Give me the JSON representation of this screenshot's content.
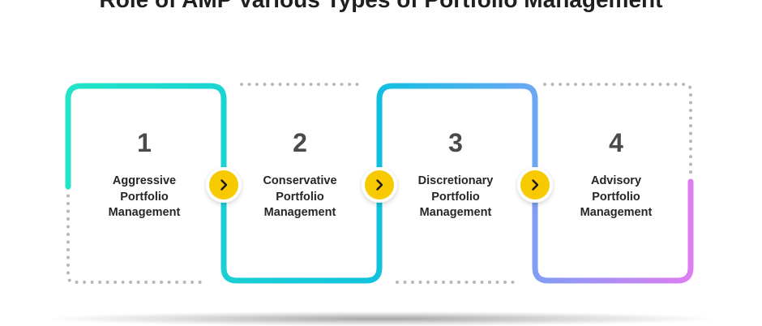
{
  "title": "Role of AMP Various Types of Portfolio Management",
  "steps": [
    {
      "number": "1",
      "label_lines": [
        "Aggressive",
        "Portfolio",
        "Management"
      ]
    },
    {
      "number": "2",
      "label_lines": [
        "Conservative",
        "Portfolio",
        "Management"
      ]
    },
    {
      "number": "3",
      "label_lines": [
        "Discretionary",
        "Portfolio",
        "Management"
      ]
    },
    {
      "number": "4",
      "label_lines": [
        "Advisory",
        "Portfolio",
        "Management"
      ]
    }
  ],
  "arrows": [
    "chevron-right-icon",
    "chevron-right-icon",
    "chevron-right-icon"
  ],
  "colors": {
    "teal_start": "#22e0c8",
    "cyan": "#12c4da",
    "blue": "#7aa5f2",
    "violet": "#e07cf2",
    "dots": "#b8b8b8",
    "arrow_fill": "#f7c900"
  }
}
